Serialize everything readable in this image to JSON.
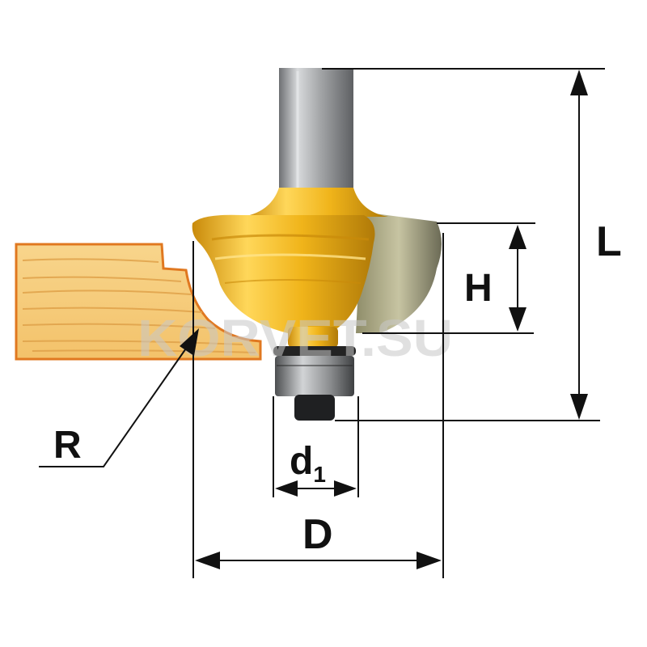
{
  "labels": {
    "length": "L",
    "height": "H",
    "radius": "R",
    "bearing_diameter_main": "d",
    "bearing_diameter_sub": "1",
    "cutter_diameter": "D"
  },
  "watermark": "KORVET.SU",
  "colors": {
    "cutter_body": "#f0b41a",
    "cutter_highlight": "#ffd75a",
    "cutter_shadow": "#c98a0a",
    "shank": "#a9abad",
    "bearing": "#8a8c8e",
    "wood": "#f6cd7c",
    "wood_grain": "#e0a24a",
    "wood_outline": "#e07820",
    "line": "#111111"
  },
  "icons": [
    "arrowhead-icon"
  ]
}
